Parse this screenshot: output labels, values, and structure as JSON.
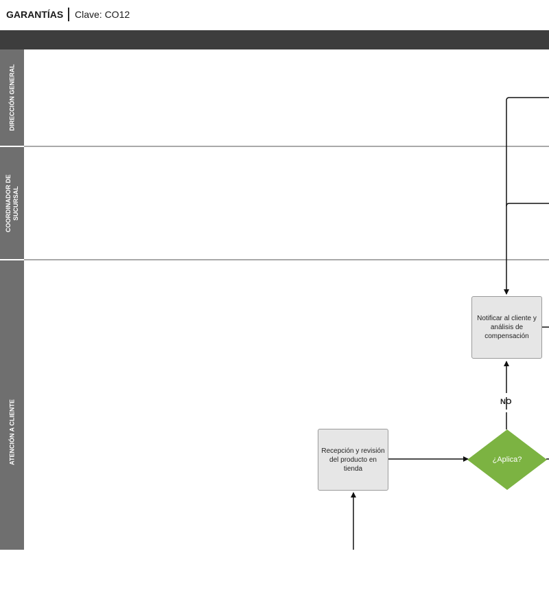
{
  "header": {
    "title": "GARANTÍAS",
    "code": "Clave: CO12"
  },
  "lanes": [
    {
      "label": "DIRECCIÓN GENERAL"
    },
    {
      "label": "COORDINADOR DE SUCURSAL"
    },
    {
      "label": "ATENCIÓN A CLIENTE"
    }
  ],
  "nodes": {
    "notificar": "Notificar al cliente y análisis de compensación",
    "recepcion": "Recepción y revisión del producto en tienda",
    "aplica": "¿Aplica?"
  },
  "edges": {
    "no_label": "NO"
  },
  "colors": {
    "topbar": "#3d3d3d",
    "lane_header": "#6f6f6f",
    "decision": "#7cb342",
    "process": "#e6e6e6"
  }
}
